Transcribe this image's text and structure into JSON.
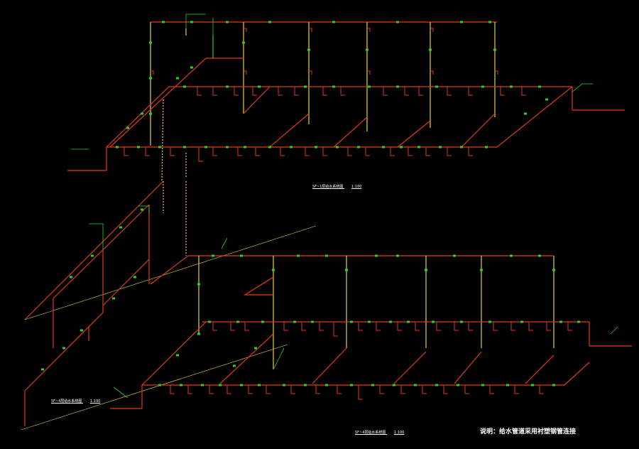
{
  "drawing": {
    "note": "说明：给水管道采用衬塑钢管连接",
    "title_top": "5F~1层给水系统图",
    "title_top_scale": "1:100",
    "title_bottom": "5F~4层给水系统图",
    "title_bottom_scale": "1:100",
    "title_lower": "5F~4层给水系统图",
    "title_lower_scale": "1:100"
  },
  "colors": {
    "background": "#000000",
    "pipe_red": "#e03a1a",
    "pipe_yellow": "#e8d23a",
    "riser_green": "#28d228",
    "label_white": "#ffffff"
  }
}
